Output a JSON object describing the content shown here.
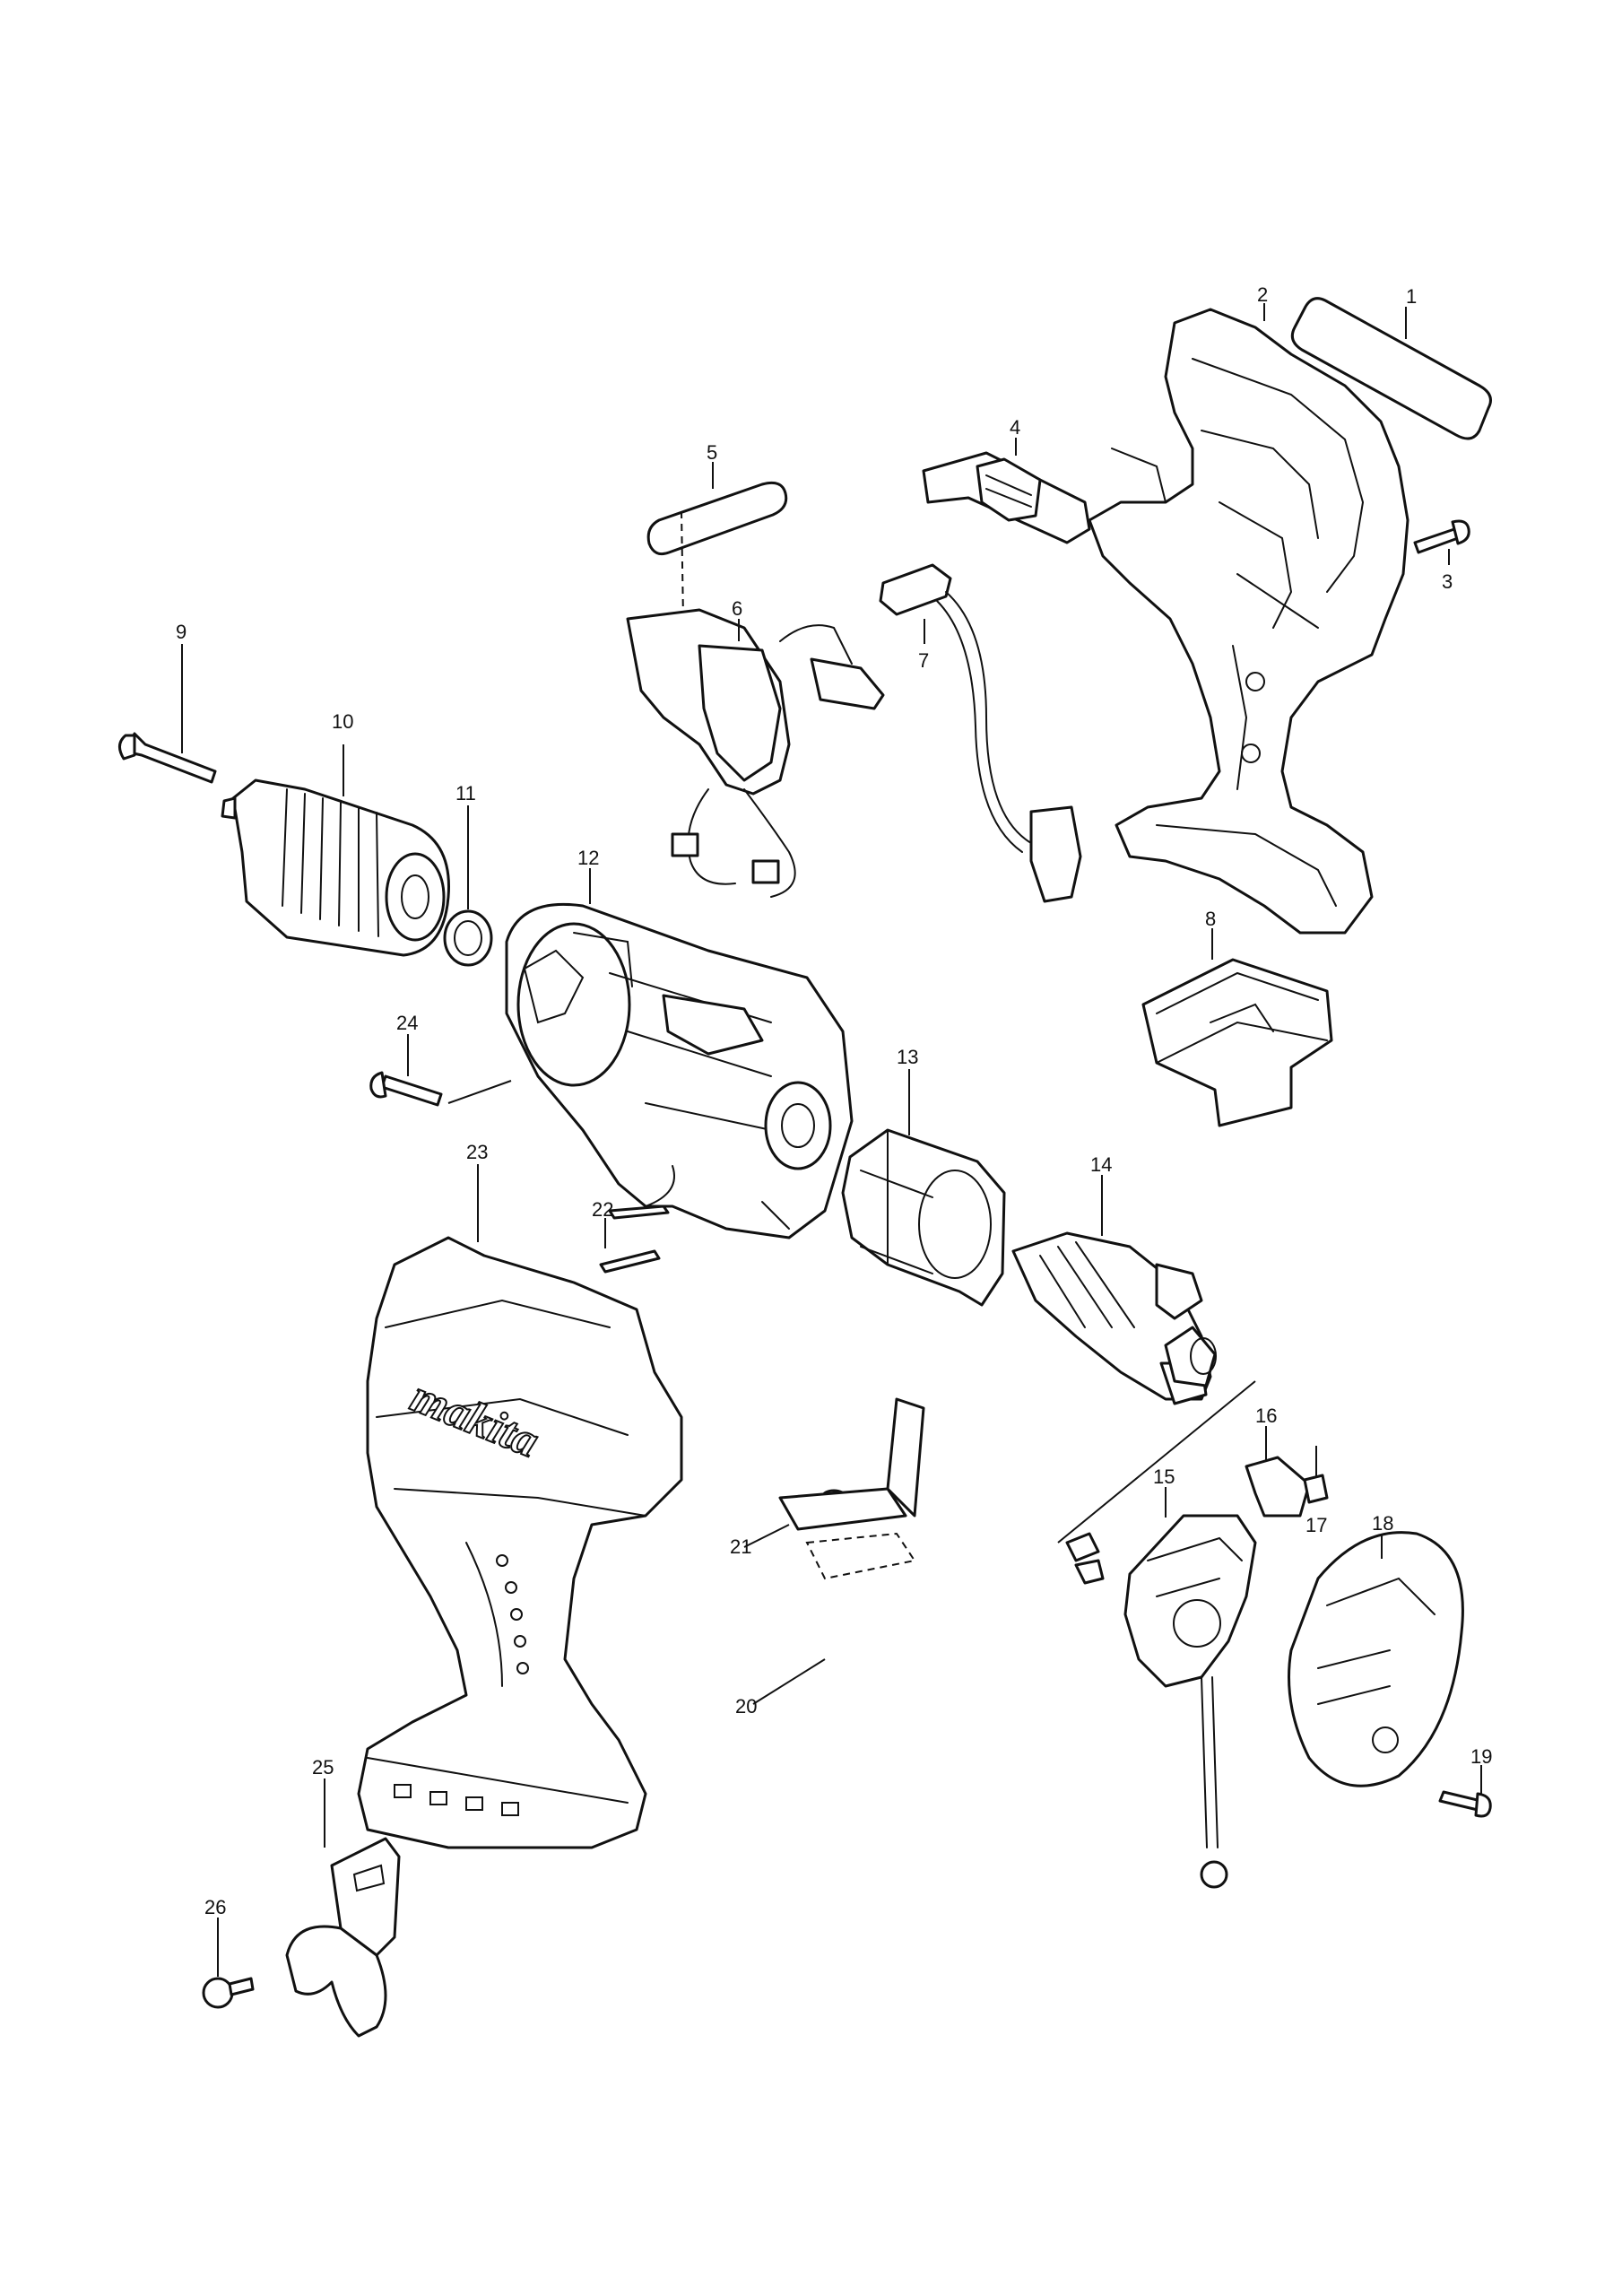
{
  "diagram": {
    "brand": "makita",
    "parts": [
      {
        "id": "part-1",
        "label": "1"
      },
      {
        "id": "part-2",
        "label": "2"
      },
      {
        "id": "part-3",
        "label": "3"
      },
      {
        "id": "part-4",
        "label": "4"
      },
      {
        "id": "part-5",
        "label": "5"
      },
      {
        "id": "part-6",
        "label": "6"
      },
      {
        "id": "part-7",
        "label": "7"
      },
      {
        "id": "part-8",
        "label": "8"
      },
      {
        "id": "part-9",
        "label": "9"
      },
      {
        "id": "part-10",
        "label": "10"
      },
      {
        "id": "part-11",
        "label": "11"
      },
      {
        "id": "part-12",
        "label": "12"
      },
      {
        "id": "part-13",
        "label": "13"
      },
      {
        "id": "part-14",
        "label": "14"
      },
      {
        "id": "part-15",
        "label": "15"
      },
      {
        "id": "part-16",
        "label": "16"
      },
      {
        "id": "part-17",
        "label": "17"
      },
      {
        "id": "part-18",
        "label": "18"
      },
      {
        "id": "part-19",
        "label": "19"
      },
      {
        "id": "part-20",
        "label": "20"
      },
      {
        "id": "part-21",
        "label": "21"
      },
      {
        "id": "part-22",
        "label": "22"
      },
      {
        "id": "part-23",
        "label": "23"
      },
      {
        "id": "part-24",
        "label": "24"
      },
      {
        "id": "part-25",
        "label": "25"
      },
      {
        "id": "part-26",
        "label": "26"
      }
    ]
  }
}
